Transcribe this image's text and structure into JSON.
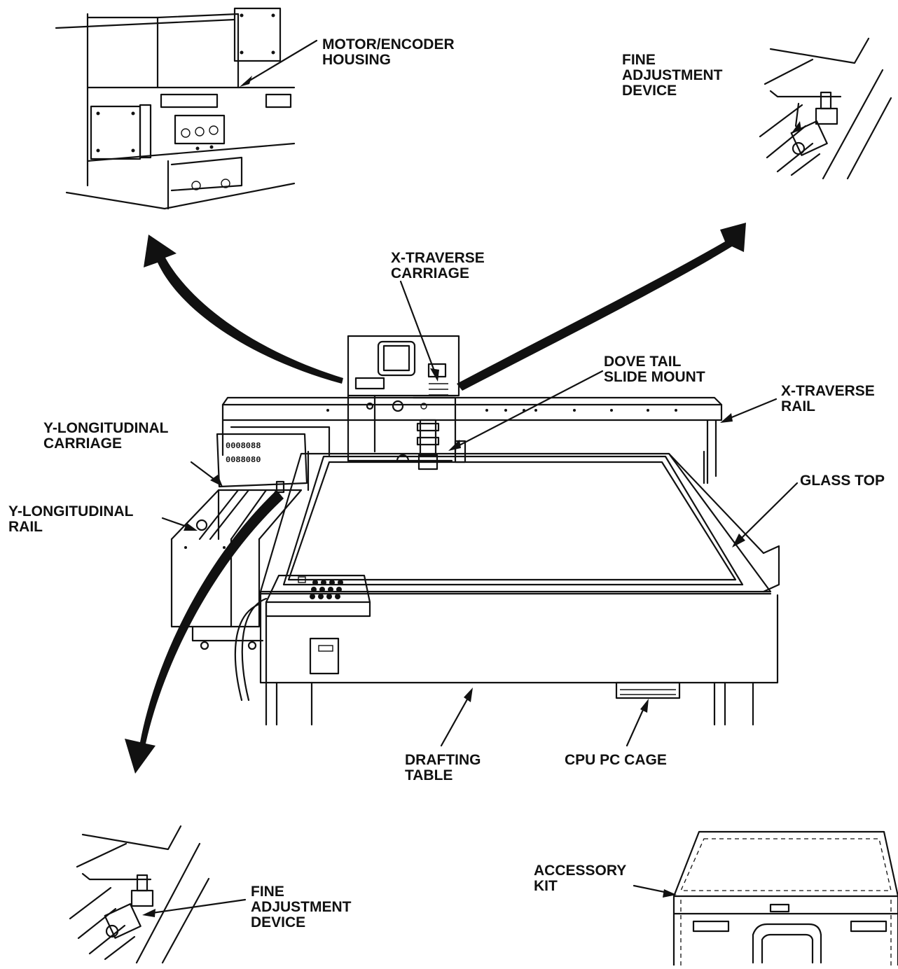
{
  "labels": {
    "motor_encoder_housing": [
      "MOTOR/ENCODER",
      "HOUSING"
    ],
    "fine_adjustment_top": [
      "FINE",
      "ADJUSTMENT",
      "DEVICE"
    ],
    "x_traverse_carriage": [
      "X-TRAVERSE",
      "CARRIAGE"
    ],
    "dovetail_slide_mount": [
      "DOVE TAIL",
      "SLIDE MOUNT"
    ],
    "x_traverse_rail": [
      "X-TRAVERSE",
      "RAIL"
    ],
    "y_longitudinal_carriage": [
      "Y-LONGITUDINAL",
      "CARRIAGE"
    ],
    "glass_top": [
      "GLASS TOP"
    ],
    "y_longitudinal_rail": [
      "Y-LONGITUDINAL",
      "RAIL"
    ],
    "drafting_table": [
      "DRAFTING",
      "TABLE"
    ],
    "cpu_pc_cage": [
      "CPU PC CAGE"
    ],
    "accessory_kit": [
      "ACCESSORY",
      "KIT"
    ],
    "fine_adjustment_bottom": [
      "FINE",
      "ADJUSTMENT",
      "DEVICE"
    ]
  },
  "display": {
    "row1": "0008088",
    "row2": "0088080"
  }
}
